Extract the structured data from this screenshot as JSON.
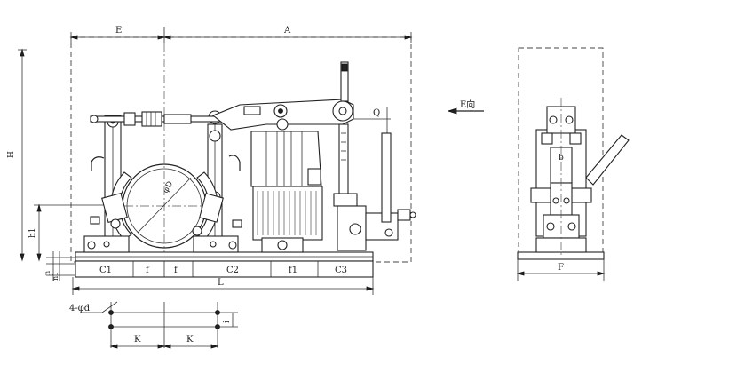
{
  "drawing": {
    "labels": {
      "E": "E",
      "A": "A",
      "H": "H",
      "h1": "h1",
      "n": "n",
      "n1": "n1",
      "C1": "C1",
      "f_left": "f",
      "f_right": "f",
      "C2": "C2",
      "f1": "f1",
      "C3": "C3",
      "L": "L",
      "Q": "Q",
      "phiD": "φD",
      "view_label": "E向",
      "b": "b",
      "F": "F",
      "holes": "4-φd",
      "i": "i",
      "K_left": "K",
      "K_right": "K"
    }
  }
}
